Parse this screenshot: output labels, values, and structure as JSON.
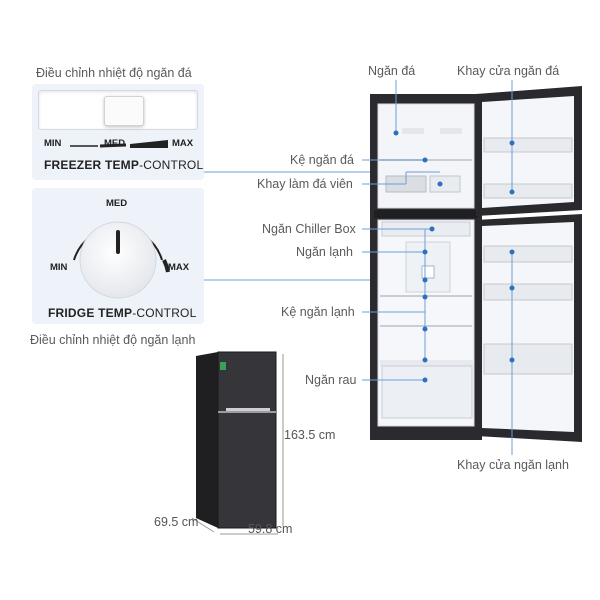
{
  "freezer_control": {
    "caption": "Điều chỉnh nhiệt độ ngăn đá",
    "min": "MIN",
    "med": "MED",
    "max": "MAX",
    "title_bold": "FREEZER TEMP",
    "title_rest": "-CONTROL"
  },
  "fridge_control": {
    "caption": "Điều chỉnh nhiệt độ ngăn lạnh",
    "min": "MIN",
    "med": "MED",
    "max": "MAX",
    "title_bold": "FRIDGE TEMP",
    "title_rest": "-CONTROL"
  },
  "callouts": {
    "freezer": "Ngăn đá",
    "freezer_door_tray": "Khay cửa ngăn đá",
    "freezer_shelf": "Kệ ngăn đá",
    "ice_tray": "Khay làm đá viên",
    "chiller_box": "Ngăn Chiller Box",
    "fridge": "Ngăn lạnh",
    "fridge_shelf": "Kệ ngăn lạnh",
    "vegetable_drawer": "Ngăn rau",
    "fridge_door_tray": "Khay cửa ngăn lạnh"
  },
  "dimensions": {
    "height": "163.5 cm",
    "depth": "69.5 cm",
    "width": "59.8 cm"
  },
  "colors": {
    "panel_bg": "#eef2f9",
    "fridge_body": "#2c2c30",
    "interior": "#f2f4f7",
    "callout_line": "#6aa0d8",
    "dot": "#2f6fc0"
  }
}
